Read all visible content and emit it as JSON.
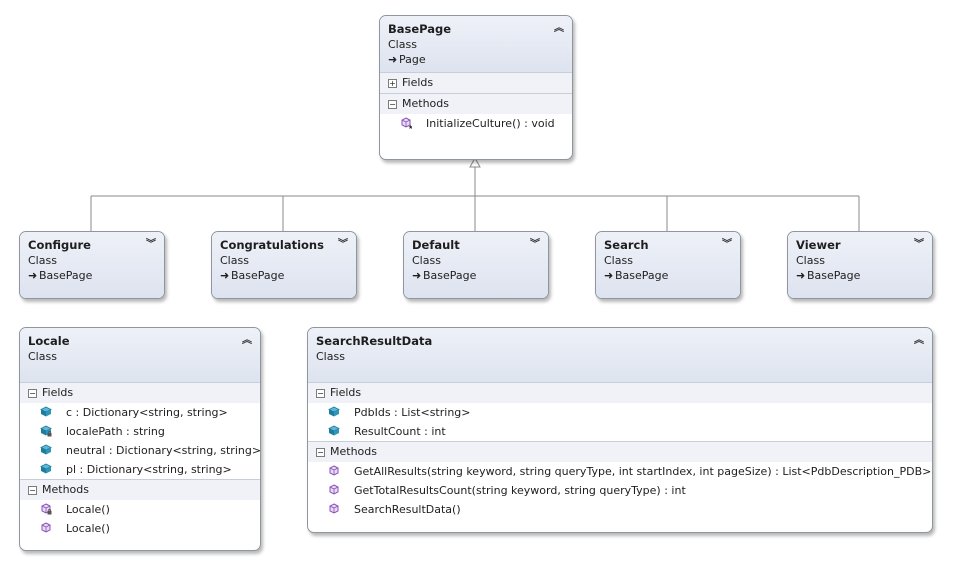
{
  "base_page": {
    "name": "BasePage",
    "kind": "Class",
    "base": "Page",
    "fields_label": "Fields",
    "methods_label": "Methods",
    "methods": [
      {
        "text": "InitializeCulture() : void",
        "icon": "protected-method-icon"
      }
    ]
  },
  "derived": [
    {
      "name": "Configure",
      "kind": "Class",
      "base": "BasePage"
    },
    {
      "name": "Congratulations",
      "kind": "Class",
      "base": "BasePage"
    },
    {
      "name": "Default",
      "kind": "Class",
      "base": "BasePage"
    },
    {
      "name": "Search",
      "kind": "Class",
      "base": "BasePage"
    },
    {
      "name": "Viewer",
      "kind": "Class",
      "base": "BasePage"
    }
  ],
  "locale": {
    "name": "Locale",
    "kind": "Class",
    "fields_label": "Fields",
    "fields": [
      {
        "text": "c : Dictionary<string, string>",
        "icon": "public-field-icon"
      },
      {
        "text": "localePath : string",
        "icon": "private-field-icon"
      },
      {
        "text": "neutral : Dictionary<string, string>",
        "icon": "public-field-icon"
      },
      {
        "text": "pl : Dictionary<string, string>",
        "icon": "public-field-icon"
      }
    ],
    "methods_label": "Methods",
    "methods": [
      {
        "text": "Locale()",
        "icon": "private-method-icon"
      },
      {
        "text": "Locale()",
        "icon": "public-method-icon"
      }
    ]
  },
  "search_result_data": {
    "name": "SearchResultData",
    "kind": "Class",
    "fields_label": "Fields",
    "fields": [
      {
        "text": "PdbIds : List<string>",
        "icon": "public-field-icon"
      },
      {
        "text": "ResultCount : int",
        "icon": "public-field-icon"
      }
    ],
    "methods_label": "Methods",
    "methods": [
      {
        "text": "GetAllResults(string keyword, string queryType, int startIndex, int pageSize) : List<PdbDescription_PDB>",
        "icon": "public-method-icon"
      },
      {
        "text": "GetTotalResultsCount(string keyword, string queryType) : int",
        "icon": "public-method-icon"
      },
      {
        "text": "SearchResultData()",
        "icon": "public-method-icon"
      }
    ]
  },
  "colors": {
    "header_top": "#eef1f8",
    "header_bottom": "#dde3ef",
    "border": "#8e969e",
    "icon_purple": "#8a4fb8",
    "icon_teal": "#1e7d9e"
  }
}
